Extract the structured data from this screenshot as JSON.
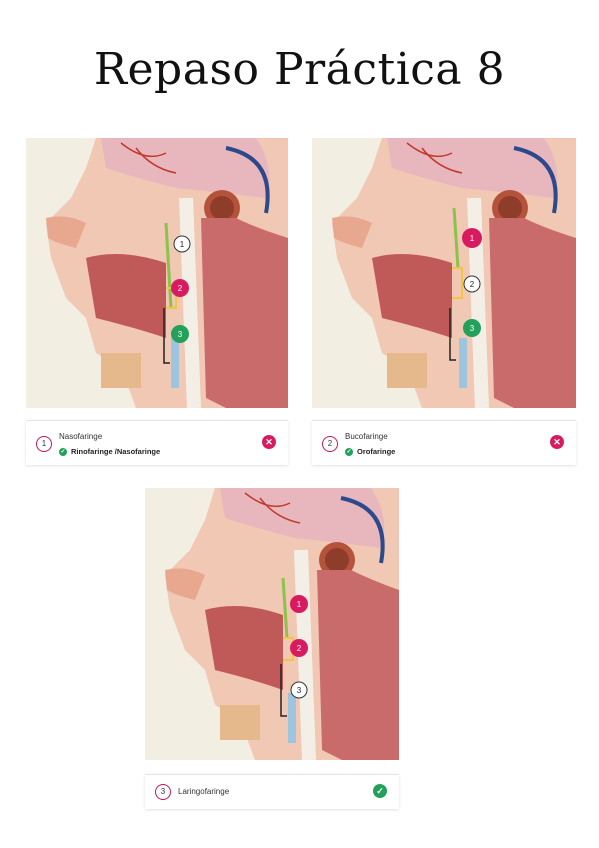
{
  "title": "Repaso Práctica 8",
  "colors": {
    "pink": "#d81b60",
    "green": "#23a05a",
    "skin": "#f0c8b4"
  },
  "cards": [
    {
      "markers": [
        {
          "num": "1",
          "style": "white"
        },
        {
          "num": "2",
          "style": "pink"
        },
        {
          "num": "3",
          "style": "green"
        }
      ],
      "answer": {
        "num": "1",
        "label": "Nasofaringe",
        "response": "Rinofaringe /Nasofaringe",
        "status_icon": "close-icon"
      }
    },
    {
      "markers": [
        {
          "num": "1",
          "style": "pink"
        },
        {
          "num": "2",
          "style": "white"
        },
        {
          "num": "3",
          "style": "green"
        }
      ],
      "answer": {
        "num": "2",
        "label": "Bucofaringe",
        "response": "Orofaringe",
        "status_icon": "close-icon"
      }
    },
    {
      "markers": [
        {
          "num": "1",
          "style": "pink"
        },
        {
          "num": "2",
          "style": "pink"
        },
        {
          "num": "3",
          "style": "white"
        }
      ],
      "answer": {
        "num": "3",
        "label": "Laringofaringe",
        "status_icon": "check-icon"
      }
    }
  ]
}
